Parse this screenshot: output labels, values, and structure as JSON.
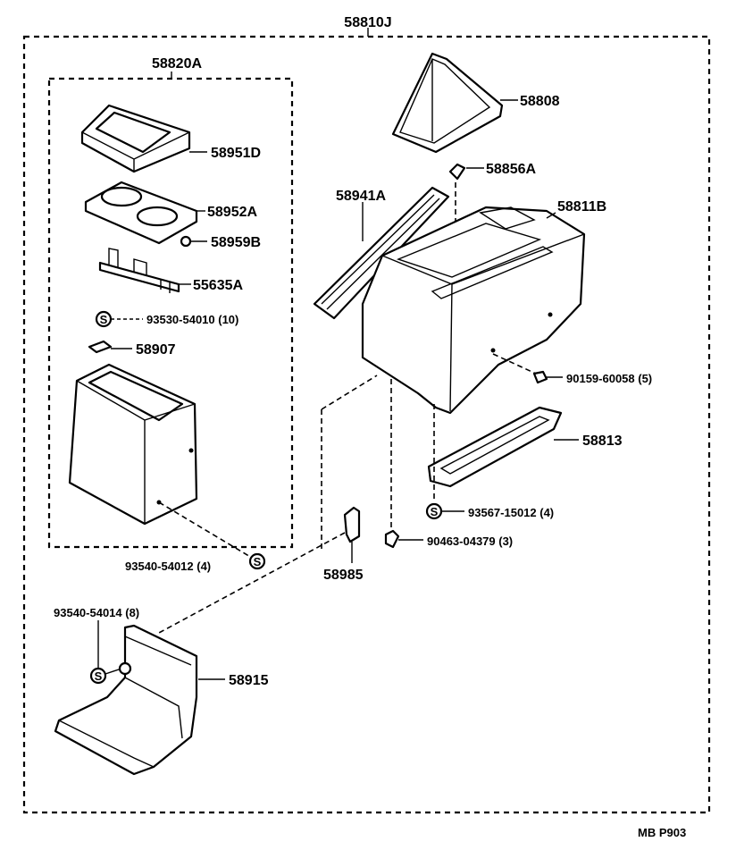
{
  "diagram": {
    "assembly_label": "58810J",
    "sub_assembly_label": "58820A",
    "footer_code": "MB P903",
    "symbol_s": "S",
    "parts": {
      "p58808": "58808",
      "p58856A": "58856A",
      "p58811B": "58811B",
      "p58941A": "58941A",
      "p58951D": "58951D",
      "p58952A": "58952A",
      "p58959B": "58959B",
      "p55635A": "55635A",
      "p93530": "93530-54010 (10)",
      "p58907": "58907",
      "p90159": "90159-60058 (5)",
      "p58813": "58813",
      "p93567": "93567-15012 (4)",
      "p90463": "90463-04379 (3)",
      "p58985": "58985",
      "p93540_4": "93540-54012 (4)",
      "p93540_8": "93540-54014 (8)",
      "p58915": "58915"
    }
  }
}
